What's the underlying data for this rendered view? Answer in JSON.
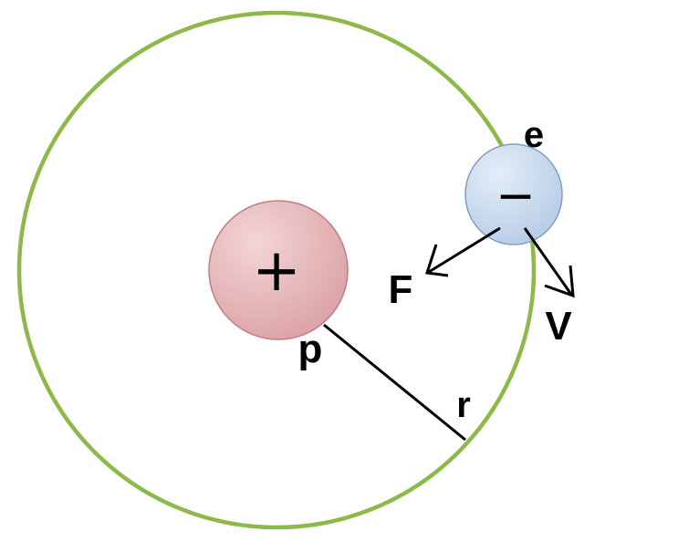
{
  "diagram": {
    "labels": {
      "electron": "e",
      "proton": "p",
      "radius": "r",
      "force": "F",
      "velocity": "V"
    },
    "signs": {
      "proton": "+",
      "electron": "−"
    },
    "colors": {
      "orbit": "#8db84a",
      "proton_fill": "#dba3a6",
      "proton_highlight": "#f3d5d6",
      "proton_stroke": "#c47b80",
      "electron_fill": "#b7cde6",
      "electron_highlight": "#e3edf8",
      "electron_stroke": "#7f9ec4",
      "arrow": "#000000",
      "radius_line": "#000000"
    }
  }
}
